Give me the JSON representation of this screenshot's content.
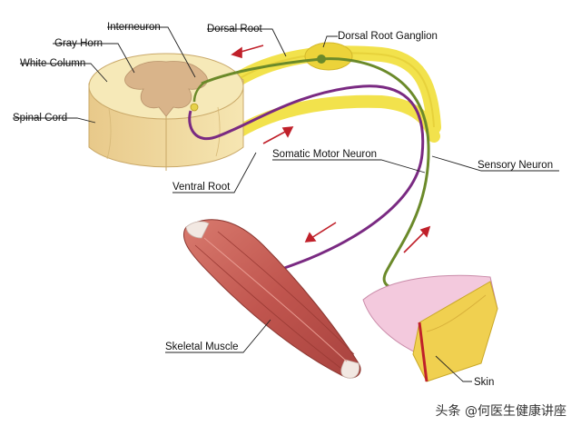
{
  "labels": {
    "interneuron": "Interneuron",
    "dorsal_root": "Dorsal Root",
    "dorsal_root_ganglion": "Dorsal Root Ganglion",
    "gray_horn": "Gray Horn",
    "white_column": "White Column",
    "spinal_cord": "Spinal Cord",
    "somatic_motor_neuron": "Somatic Motor Neuron",
    "sensory_neuron": "Sensory Neuron",
    "ventral_root": "Ventral Root",
    "skeletal_muscle": "Skeletal Muscle",
    "skin": "Skin"
  },
  "watermark": "头条 @何医生健康讲座",
  "colors": {
    "cord_white_matter": "#f3e3a8",
    "cord_gray_matter": "#d9b48a",
    "nerve_yellow": "#f2e24c",
    "motor_neuron": "#7a2a82",
    "sensory_neuron": "#6b8a2a",
    "muscle": "#c65a52",
    "skin_yellow": "#f0d050",
    "skin_pink": "#f0c0d8",
    "arrow": "#c0202a"
  }
}
